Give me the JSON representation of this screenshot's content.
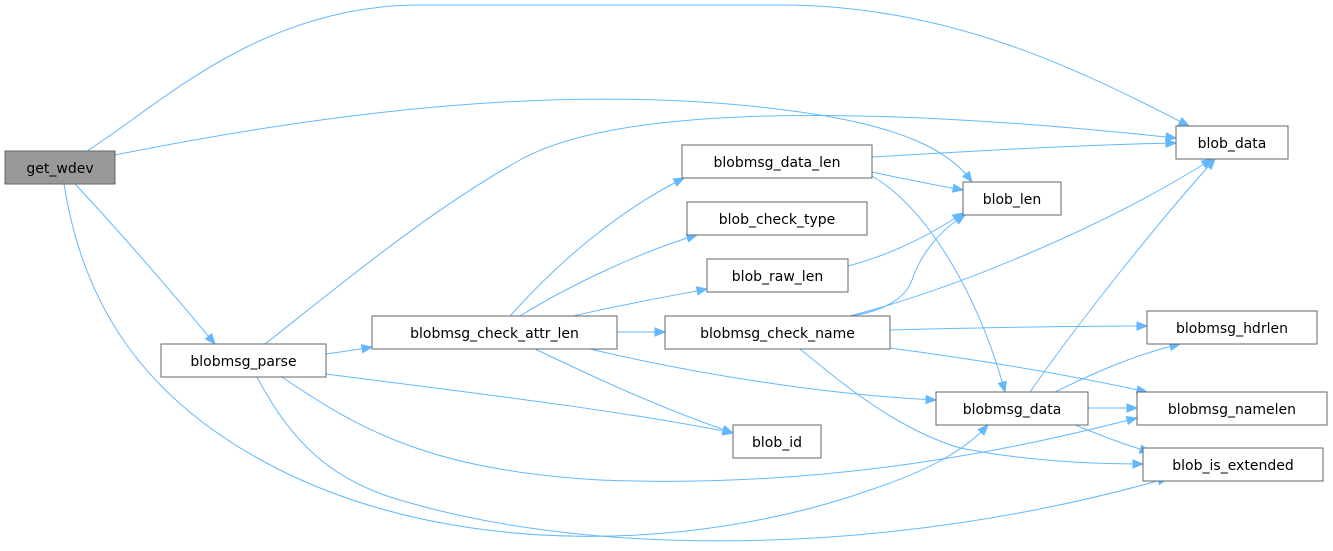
{
  "graph": {
    "edge_color": "#63b8ff",
    "root_fill": "#999999",
    "nodes": [
      {
        "id": "get_wdev",
        "label": "get_wdev",
        "root": true
      },
      {
        "id": "blobmsg_parse",
        "label": "blobmsg_parse"
      },
      {
        "id": "blobmsg_check_attr_len",
        "label": "blobmsg_check_attr_len"
      },
      {
        "id": "blobmsg_data_len",
        "label": "blobmsg_data_len"
      },
      {
        "id": "blob_check_type",
        "label": "blob_check_type"
      },
      {
        "id": "blob_raw_len",
        "label": "blob_raw_len"
      },
      {
        "id": "blobmsg_check_name",
        "label": "blobmsg_check_name"
      },
      {
        "id": "blob_data",
        "label": "blob_data"
      },
      {
        "id": "blob_len",
        "label": "blob_len"
      },
      {
        "id": "blobmsg_hdrlen",
        "label": "blobmsg_hdrlen"
      },
      {
        "id": "blobmsg_data",
        "label": "blobmsg_data"
      },
      {
        "id": "blobmsg_namelen",
        "label": "blobmsg_namelen"
      },
      {
        "id": "blob_id",
        "label": "blob_id"
      },
      {
        "id": "blob_is_extended",
        "label": "blob_is_extended"
      }
    ],
    "edges": [
      [
        "get_wdev",
        "blob_data"
      ],
      [
        "get_wdev",
        "blob_len"
      ],
      [
        "get_wdev",
        "blobmsg_parse"
      ],
      [
        "get_wdev",
        "blobmsg_data"
      ],
      [
        "blobmsg_parse",
        "blob_data"
      ],
      [
        "blobmsg_parse",
        "blobmsg_check_attr_len"
      ],
      [
        "blobmsg_parse",
        "blob_id"
      ],
      [
        "blobmsg_parse",
        "blobmsg_namelen"
      ],
      [
        "blobmsg_parse",
        "blob_is_extended"
      ],
      [
        "blobmsg_check_attr_len",
        "blobmsg_data_len"
      ],
      [
        "blobmsg_check_attr_len",
        "blob_check_type"
      ],
      [
        "blobmsg_check_attr_len",
        "blob_raw_len"
      ],
      [
        "blobmsg_check_attr_len",
        "blobmsg_check_name"
      ],
      [
        "blobmsg_check_attr_len",
        "blobmsg_data"
      ],
      [
        "blobmsg_check_attr_len",
        "blob_id"
      ],
      [
        "blobmsg_data_len",
        "blob_data"
      ],
      [
        "blobmsg_data_len",
        "blob_len"
      ],
      [
        "blobmsg_data_len",
        "blobmsg_data"
      ],
      [
        "blob_raw_len",
        "blob_len"
      ],
      [
        "blobmsg_check_name",
        "blob_len"
      ],
      [
        "blobmsg_check_name",
        "blob_data"
      ],
      [
        "blobmsg_check_name",
        "blobmsg_hdrlen"
      ],
      [
        "blobmsg_check_name",
        "blobmsg_namelen"
      ],
      [
        "blobmsg_check_name",
        "blob_is_extended"
      ],
      [
        "blobmsg_data",
        "blob_data"
      ],
      [
        "blobmsg_data",
        "blobmsg_hdrlen"
      ],
      [
        "blobmsg_data",
        "blobmsg_namelen"
      ],
      [
        "blobmsg_data",
        "blob_is_extended"
      ]
    ]
  }
}
